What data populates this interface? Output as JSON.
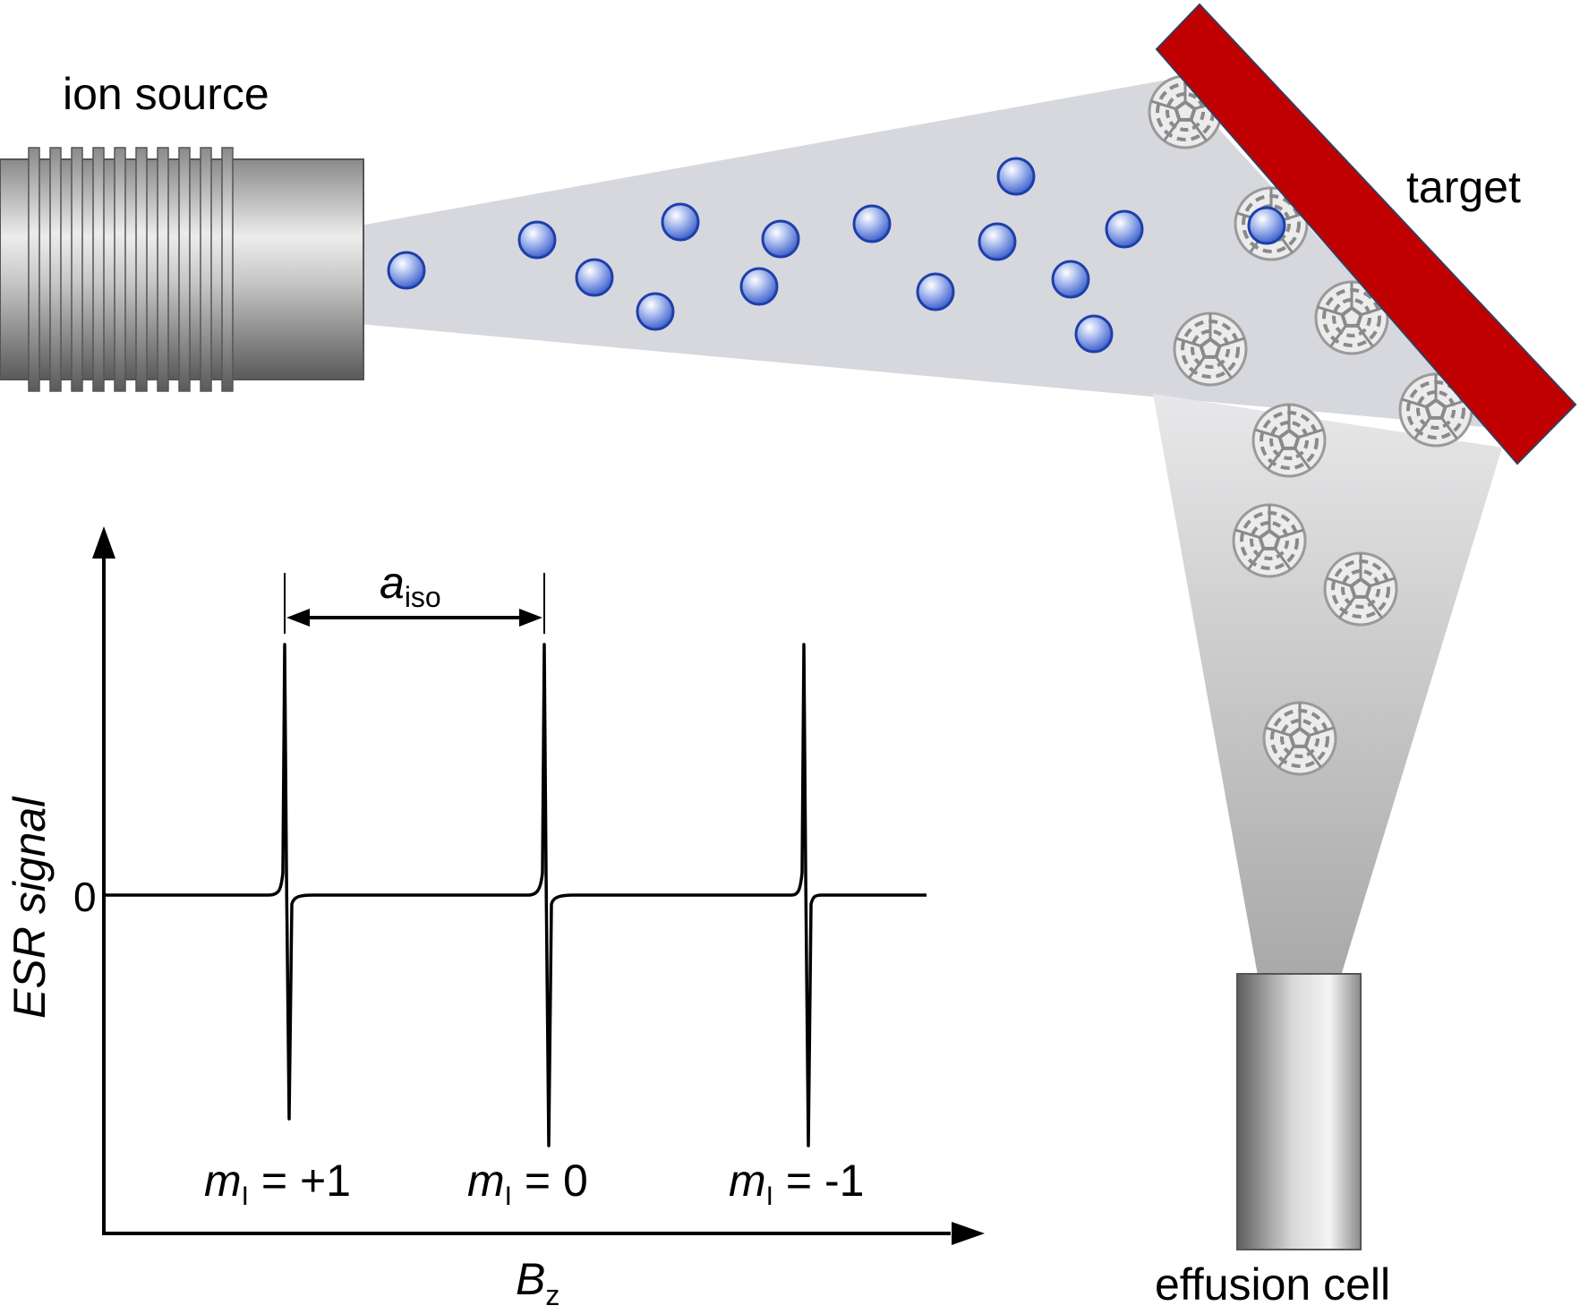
{
  "labels": {
    "ion_source": "ion source",
    "target": "target",
    "effusion_cell": "effusion cell"
  },
  "plot": {
    "y_axis_label": "ESR signal",
    "y_zero_tick": "0",
    "x_axis_symbol": "B",
    "x_axis_subscript": "z",
    "spacing_symbol": "a",
    "spacing_subscript": "iso",
    "peaks": [
      {
        "symbol": "m",
        "subscript": "I",
        "value": " = +1"
      },
      {
        "symbol": "m",
        "subscript": "I",
        "value": " = 0"
      },
      {
        "symbol": "m",
        "subscript": "I",
        "value": " = -1"
      }
    ]
  },
  "colors": {
    "target": "#c00000",
    "ion": "#3a5fcd",
    "beam": "#d6d8de",
    "metal_dark": "#6e6e6e",
    "metal_light": "#e6e6e6"
  }
}
